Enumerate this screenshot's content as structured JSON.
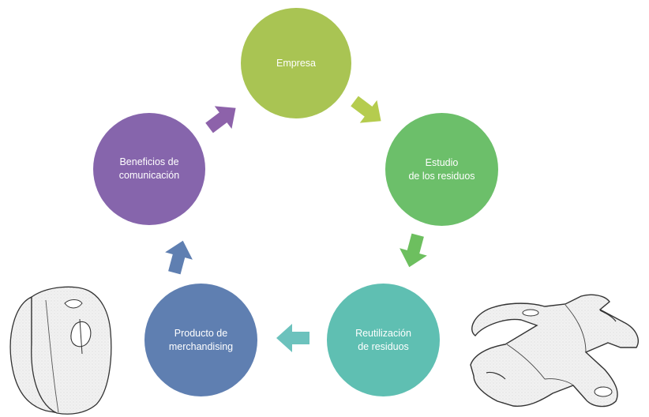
{
  "diagram": {
    "nodes": [
      {
        "id": "empresa",
        "label": "Empresa",
        "color": "#a9c453"
      },
      {
        "id": "estudio",
        "label": "Estudio\nde los residuos",
        "color": "#6cbf6a"
      },
      {
        "id": "reutilizacion",
        "label": "Reutilización\nde residuos",
        "color": "#5fbfb2"
      },
      {
        "id": "producto",
        "label": "Producto de\nmerchandising",
        "color": "#5f7fb1"
      },
      {
        "id": "beneficios",
        "label": "Beneficios de\ncomunicación",
        "color": "#8665ac"
      }
    ],
    "arrows": [
      {
        "from": "empresa",
        "to": "estudio",
        "color": "#b5cc4e"
      },
      {
        "from": "estudio",
        "to": "reutilizacion",
        "color": "#6dbf5f"
      },
      {
        "from": "reutilizacion",
        "to": "producto",
        "color": "#6cc2bd"
      },
      {
        "from": "producto",
        "to": "beneficios",
        "color": "#5f7fb1"
      },
      {
        "from": "beneficios",
        "to": "empresa",
        "color": "#8d62aa"
      }
    ]
  },
  "illustrations": {
    "left": "folded-felt-pouch",
    "right": "flat-felt-template"
  }
}
